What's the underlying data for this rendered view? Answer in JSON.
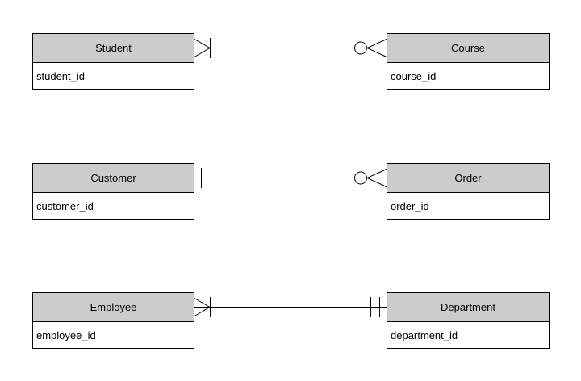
{
  "diagram": {
    "type": "entity-relationship",
    "notation": "crow's foot",
    "colors": {
      "header_fill": "#cccccc",
      "body_fill": "#ffffff",
      "border": "#000000",
      "background": "#ffffff"
    },
    "entities": [
      {
        "name": "Student",
        "attribute": "student_id"
      },
      {
        "name": "Course",
        "attribute": "course_id"
      },
      {
        "name": "Customer",
        "attribute": "customer_id"
      },
      {
        "name": "Order",
        "attribute": "order_id"
      },
      {
        "name": "Employee",
        "attribute": "employee_id"
      },
      {
        "name": "Department",
        "attribute": "department_id"
      }
    ],
    "relationships": [
      {
        "from": "Student",
        "to": "Course",
        "from_cardinality": "one-or-many (crow's foot with bar)",
        "to_cardinality": "zero-or-many (circle with crow's foot)"
      },
      {
        "from": "Customer",
        "to": "Order",
        "from_cardinality": "exactly-one (double bar)",
        "to_cardinality": "zero-or-many (circle with crow's foot)"
      },
      {
        "from": "Employee",
        "to": "Department",
        "from_cardinality": "one-or-many (crow's foot with bar)",
        "to_cardinality": "exactly-one (double bar)"
      }
    ]
  }
}
